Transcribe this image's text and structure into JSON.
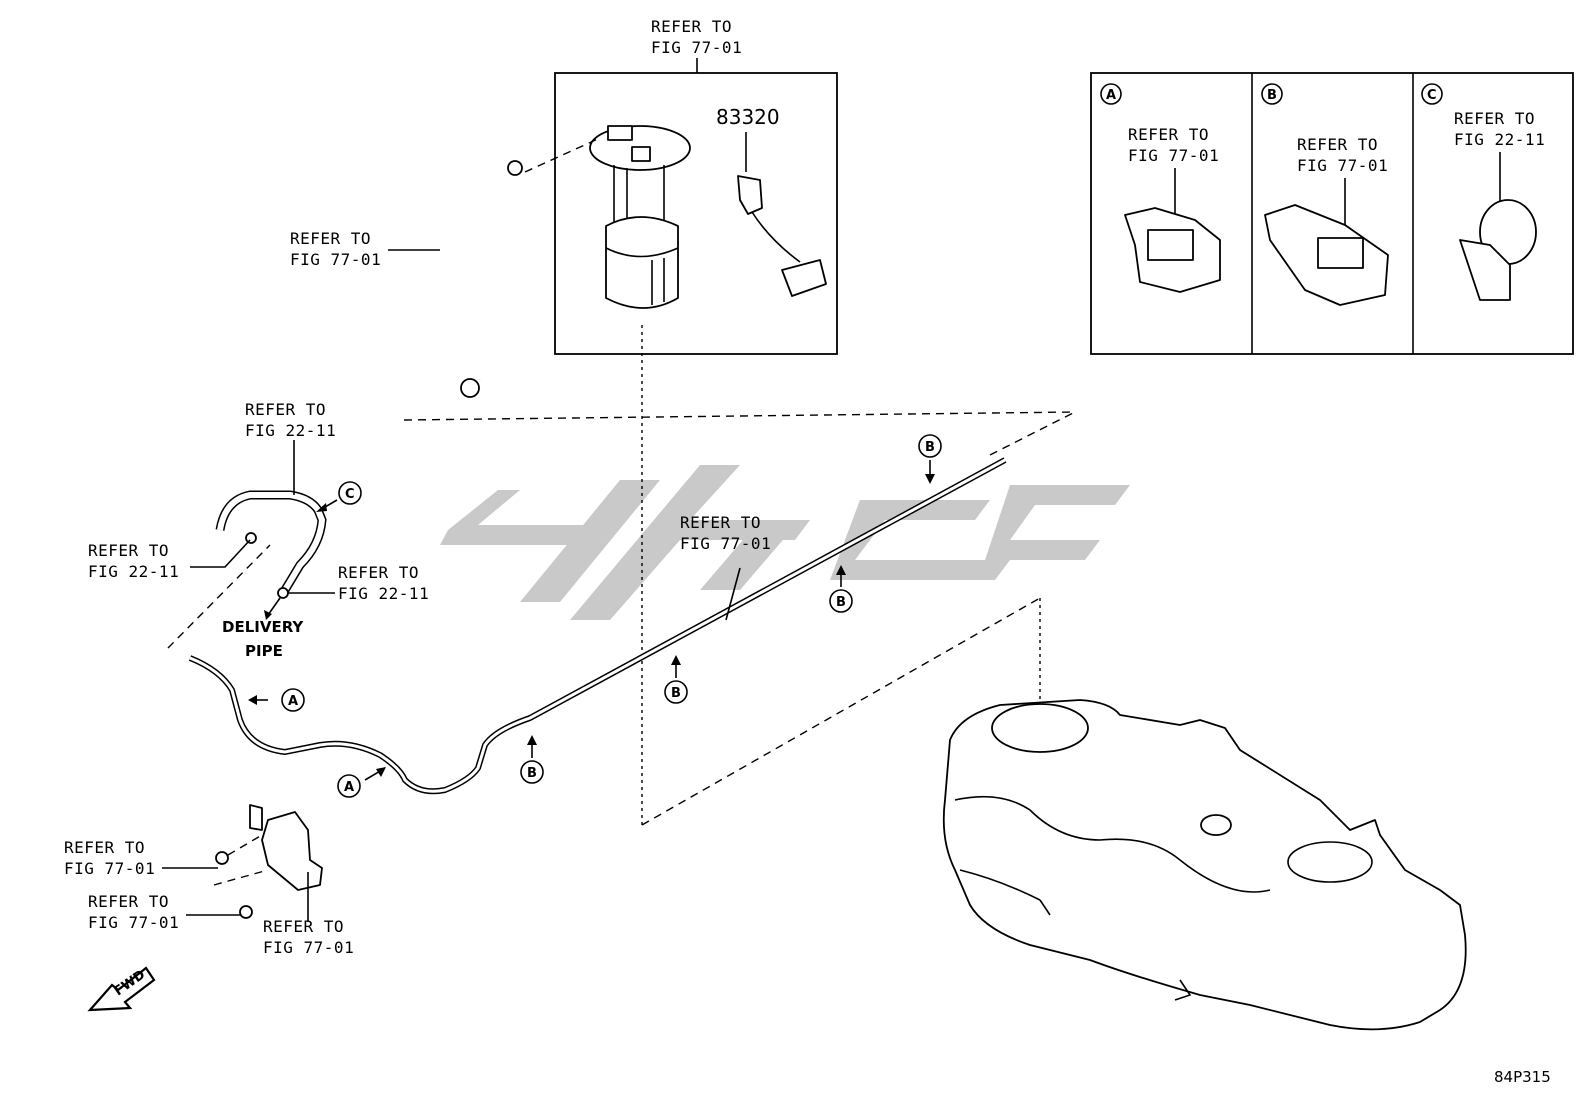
{
  "labels": {
    "pump_top_refer": "REFER TO",
    "pump_top_fig": "FIG 77-01",
    "part_number": "83320",
    "hose_refer": "REFER TO",
    "hose_fig": "FIG 77-01",
    "inset_a_refer": "REFER TO",
    "inset_a_fig": "FIG 77-01",
    "inset_b_refer": "REFER TO",
    "inset_b_fig": "FIG 77-01",
    "inset_c_refer": "REFER TO",
    "inset_c_fig": "FIG 22-11",
    "tube_top_refer": "REFER TO",
    "tube_top_fig": "FIG 22-11",
    "tube_left_refer": "REFER TO",
    "tube_left_fig": "FIG 22-11",
    "tube_right_refer": "REFER TO",
    "tube_right_fig": "FIG 22-11",
    "delivery_1": "DELIVERY",
    "delivery_2": "PIPE",
    "line_refer": "REFER TO",
    "line_fig": "FIG 77-01",
    "prot_1_refer": "REFER TO",
    "prot_1_fig": "FIG 77-01",
    "prot_2_refer": "REFER TO",
    "prot_2_fig": "FIG 77-01",
    "prot_3_refer": "REFER TO",
    "prot_3_fig": "FIG 77-01",
    "fwd": "FWD",
    "diagram_code": "84P315"
  },
  "callouts": {
    "a": "A",
    "b": "B",
    "c": "C"
  }
}
